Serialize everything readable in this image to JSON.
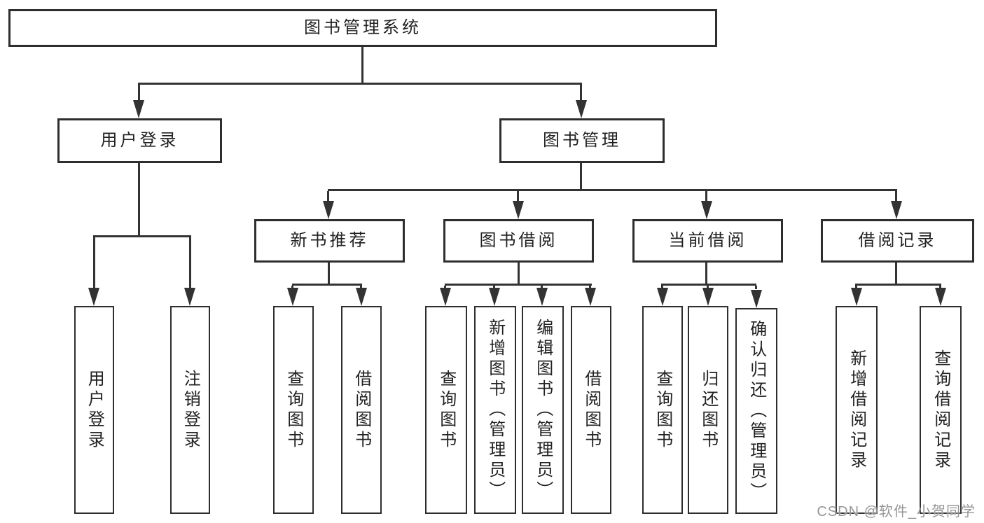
{
  "title": "图书管理系统",
  "tree": {
    "root": {
      "label": "图书管理系统",
      "children": [
        {
          "label": "用户登录",
          "children": [
            {
              "label": "用户登录"
            },
            {
              "label": "注销登录"
            }
          ]
        },
        {
          "label": "图书管理",
          "children": [
            {
              "label": "新书推荐",
              "children": [
                {
                  "label": "查询图书"
                },
                {
                  "label": "借阅图书"
                }
              ]
            },
            {
              "label": "图书借阅",
              "children": [
                {
                  "label": "查询图书"
                },
                {
                  "label": "新增图书（管理员）"
                },
                {
                  "label": "编辑图书（管理员）"
                },
                {
                  "label": "借阅图书"
                }
              ]
            },
            {
              "label": "当前借阅",
              "children": [
                {
                  "label": "查询图书"
                },
                {
                  "label": "归还图书"
                },
                {
                  "label": "确认归还（管理员）"
                }
              ]
            },
            {
              "label": "借阅记录",
              "children": [
                {
                  "label": "新增借阅记录"
                },
                {
                  "label": "查询借阅记录"
                }
              ]
            }
          ]
        }
      ]
    }
  },
  "watermark": {
    "text": "CSDN @软件_小贺同学"
  },
  "colors": {
    "line": "#333333",
    "border": "#2e2e2e",
    "fill": "#ffffff",
    "text": "#222222",
    "background": "#ffffff",
    "watermark": "#969696"
  }
}
